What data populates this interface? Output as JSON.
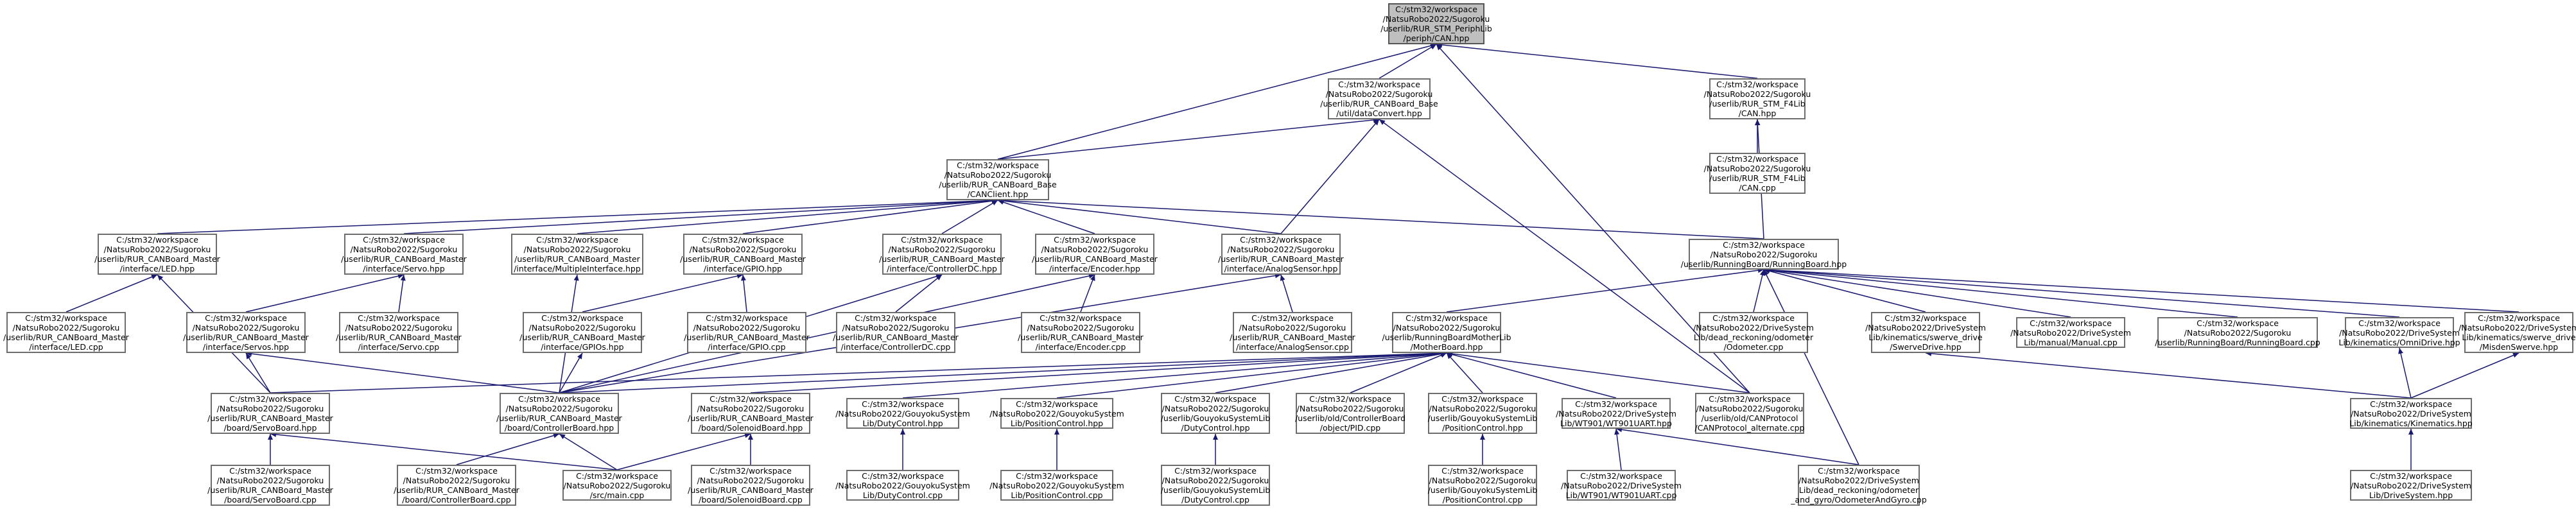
{
  "colors": {
    "edge": "#191970",
    "node_border": "#6d6d6d",
    "root_fill": "#bfbfbf"
  },
  "graph_title": "",
  "nodes": {
    "can_hpp": "C:/stm32/workspace\n/NatsuRobo2022/Sugoroku\n/userlib/RUR_STM_PeriphLib\n/periph/CAN.hpp",
    "dataconvert": "C:/stm32/workspace\n/NatsuRobo2022/Sugoroku\n/userlib/RUR_CANBoard_Base\n/util/dataConvert.hpp",
    "f4_can_hpp": "C:/stm32/workspace\n/NatsuRobo2022/Sugoroku\n/userlib/RUR_STM_F4Lib\n/CAN.hpp",
    "f4_can_cpp": "C:/stm32/workspace\n/NatsuRobo2022/Sugoroku\n/userlib/RUR_STM_F4Lib\n/CAN.cpp",
    "canclient": "C:/stm32/workspace\n/NatsuRobo2022/Sugoroku\n/userlib/RUR_CANBoard_Base\n/CANClient.hpp",
    "led_hpp": "C:/stm32/workspace\n/NatsuRobo2022/Sugoroku\n/userlib/RUR_CANBoard_Master\n/interface/LED.hpp",
    "servo_hpp": "C:/stm32/workspace\n/NatsuRobo2022/Sugoroku\n/userlib/RUR_CANBoard_Master\n/interface/Servo.hpp",
    "multiple_hpp": "C:/stm32/workspace\n/NatsuRobo2022/Sugoroku\n/userlib/RUR_CANBoard_Master\n/interface/MultipleInterface.hpp",
    "gpio_hpp": "C:/stm32/workspace\n/NatsuRobo2022/Sugoroku\n/userlib/RUR_CANBoard_Master\n/interface/GPIO.hpp",
    "ctrldc_hpp": "C:/stm32/workspace\n/NatsuRobo2022/Sugoroku\n/userlib/RUR_CANBoard_Master\n/interface/ControllerDC.hpp",
    "encoder_hpp": "C:/stm32/workspace\n/NatsuRobo2022/Sugoroku\n/userlib/RUR_CANBoard_Master\n/interface/Encoder.hpp",
    "analog_hpp": "C:/stm32/workspace\n/NatsuRobo2022/Sugoroku\n/userlib/RUR_CANBoard_Master\n/interface/AnalogSensor.hpp",
    "runningboard_hpp": "C:/stm32/workspace\n/NatsuRobo2022/Sugoroku\n/userlib/RunningBoard/RunningBoard.hpp",
    "led_cpp": "C:/stm32/workspace\n/NatsuRobo2022/Sugoroku\n/userlib/RUR_CANBoard_Master\n/interface/LED.cpp",
    "servos_hpp": "C:/stm32/workspace\n/NatsuRobo2022/Sugoroku\n/userlib/RUR_CANBoard_Master\n/interface/Servos.hpp",
    "servo_cpp": "C:/stm32/workspace\n/NatsuRobo2022/Sugoroku\n/userlib/RUR_CANBoard_Master\n/interface/Servo.cpp",
    "gpios_hpp": "C:/stm32/workspace\n/NatsuRobo2022/Sugoroku\n/userlib/RUR_CANBoard_Master\n/interface/GPIOs.hpp",
    "gpio_cpp": "C:/stm32/workspace\n/NatsuRobo2022/Sugoroku\n/userlib/RUR_CANBoard_Master\n/interface/GPIO.cpp",
    "ctrldc_cpp": "C:/stm32/workspace\n/NatsuRobo2022/Sugoroku\n/userlib/RUR_CANBoard_Master\n/interface/ControllerDC.cpp",
    "encoder_cpp": "C:/stm32/workspace\n/NatsuRobo2022/Sugoroku\n/userlib/RUR_CANBoard_Master\n/interface/Encoder.cpp",
    "analog_cpp": "C:/stm32/workspace\n/NatsuRobo2022/Sugoroku\n/userlib/RUR_CANBoard_Master\n/interface/AnalogSensor.cpp",
    "motherboard_hpp": "C:/stm32/workspace\n/NatsuRobo2022/Sugoroku\n/userlib/RunningBoardMotherLib\n/MotherBoard.hpp",
    "odometer_cpp": "C:/stm32/workspace\n/NatsuRobo2022/DriveSystem\nLib/dead_reckoning/odometer\n/Odometer.cpp",
    "swervedrive_hpp": "C:/stm32/workspace\n/NatsuRobo2022/DriveSystem\nLib/kinematics/swerve_drive\n/SwerveDrive.hpp",
    "manual_cpp": "C:/stm32/workspace\n/NatsuRobo2022/DriveSystem\nLib/manual/Manual.cpp",
    "runningboard_cpp": "C:/stm32/workspace\n/NatsuRobo2022/Sugoroku\n/userlib/RunningBoard/RunningBoard.cpp",
    "omnidrive_hpp": "C:/stm32/workspace\n/NatsuRobo2022/DriveSystem\nLib/kinematics/OmniDrive.hpp",
    "misdenswerve_hpp": "C:/stm32/workspace\n/NatsuRobo2022/DriveSystem\nLib/kinematics/swerve_drive\n/MisdenSwerve.hpp",
    "servoboard_hpp": "C:/stm32/workspace\n/NatsuRobo2022/Sugoroku\n/userlib/RUR_CANBoard_Master\n/board/ServoBoard.hpp",
    "controllerboard_hpp": "C:/stm32/workspace\n/NatsuRobo2022/Sugoroku\n/userlib/RUR_CANBoard_Master\n/board/ControllerBoard.hpp",
    "solenoidboard_hpp": "C:/stm32/workspace\n/NatsuRobo2022/Sugoroku\n/userlib/RUR_CANBoard_Master\n/board/SolenoidBoard.hpp",
    "dutycontrol_hpp": "C:/stm32/workspace\n/NatsuRobo2022/GouyokuSystem\nLib/DutyControl.hpp",
    "positioncontrol_hpp": "C:/stm32/workspace\n/NatsuRobo2022/GouyokuSystem\nLib/PositionControl.hpp",
    "gouyoku_dutycontrol_hpp": "C:/stm32/workspace\n/NatsuRobo2022/Sugoroku\n/userlib/GouyokuSystemLib\n/DutyControl.hpp",
    "pid_cpp": "C:/stm32/workspace\n/NatsuRobo2022/Sugoroku\n/userlib/old/ControllerBoard\n/object/PID.cpp",
    "gouyoku_positioncontrol_hpp": "C:/stm32/workspace\n/NatsuRobo2022/Sugoroku\n/userlib/GouyokuSystemLib\n/PositionControl.hpp",
    "wt901_hpp": "C:/stm32/workspace\n/NatsuRobo2022/DriveSystem\nLib/WT901/WT901UART.hpp",
    "canprotocol_cpp": "C:/stm32/workspace\n/NatsuRobo2022/Sugoroku\n/userlib/old/CANProtocol\n/CANProtocol_alternate.cpp",
    "kinematics_hpp": "C:/stm32/workspace\n/NatsuRobo2022/DriveSystem\nLib/kinematics/Kinematics.hpp",
    "servoboard_cpp": "C:/stm32/workspace\n/NatsuRobo2022/Sugoroku\n/userlib/RUR_CANBoard_Master\n/board/ServoBoard.cpp",
    "main_cpp": "C:/stm32/workspace\n/NatsuRobo2022/Sugoroku\n/src/main.cpp",
    "controllerboard_cpp": "C:/stm32/workspace\n/NatsuRobo2022/Sugoroku\n/userlib/RUR_CANBoard_Master\n/board/ControllerBoard.cpp",
    "solenoidboard_cpp": "C:/stm32/workspace\n/NatsuRobo2022/Sugoroku\n/userlib/RUR_CANBoard_Master\n/board/SolenoidBoard.cpp",
    "dutycontrol_cpp": "C:/stm32/workspace\n/NatsuRobo2022/GouyokuSystem\nLib/DutyControl.cpp",
    "positioncontrol_cpp": "C:/stm32/workspace\n/NatsuRobo2022/GouyokuSystem\nLib/PositionControl.cpp",
    "gouyoku_dutycontrol_cpp": "C:/stm32/workspace\n/NatsuRobo2022/Sugoroku\n/userlib/GouyokuSystemLib\n/DutyControl.cpp",
    "gouyoku_positioncontrol_cpp": "C:/stm32/workspace\n/NatsuRobo2022/Sugoroku\n/userlib/GouyokuSystemLib\n/PositionControl.cpp",
    "wt901_cpp": "C:/stm32/workspace\n/NatsuRobo2022/DriveSystem\nLib/WT901/WT901UART.cpp",
    "odometerandgyro_cpp": "C:/stm32/workspace\n/NatsuRobo2022/DriveSystem\nLib/dead_reckoning/odometer\n_and_gyro/OdometerAndGyro.cpp",
    "drivesystem_hpp": "C:/stm32/workspace\n/NatsuRobo2022/DriveSystem\nLib/DriveSystem.hpp"
  },
  "edges": [
    [
      "can_hpp",
      "dataconvert"
    ],
    [
      "can_hpp",
      "f4_can_hpp"
    ],
    [
      "can_hpp",
      "canclient"
    ],
    [
      "can_hpp",
      "canprotocol_cpp"
    ],
    [
      "dataconvert",
      "canclient"
    ],
    [
      "dataconvert",
      "analog_hpp"
    ],
    [
      "dataconvert",
      "canprotocol_cpp"
    ],
    [
      "f4_can_hpp",
      "f4_can_cpp"
    ],
    [
      "f4_can_hpp",
      "runningboard_hpp"
    ],
    [
      "canclient",
      "led_hpp"
    ],
    [
      "canclient",
      "servo_hpp"
    ],
    [
      "canclient",
      "multiple_hpp"
    ],
    [
      "canclient",
      "gpio_hpp"
    ],
    [
      "canclient",
      "ctrldc_hpp"
    ],
    [
      "canclient",
      "encoder_hpp"
    ],
    [
      "canclient",
      "analog_hpp"
    ],
    [
      "canclient",
      "runningboard_hpp"
    ],
    [
      "led_hpp",
      "led_cpp"
    ],
    [
      "led_hpp",
      "servoboard_hpp"
    ],
    [
      "servo_hpp",
      "servos_hpp"
    ],
    [
      "servo_hpp",
      "servo_cpp"
    ],
    [
      "multiple_hpp",
      "controllerboard_hpp"
    ],
    [
      "gpio_hpp",
      "gpios_hpp"
    ],
    [
      "gpio_hpp",
      "gpio_cpp"
    ],
    [
      "ctrldc_hpp",
      "ctrldc_cpp"
    ],
    [
      "ctrldc_hpp",
      "controllerboard_hpp"
    ],
    [
      "encoder_hpp",
      "encoder_cpp"
    ],
    [
      "encoder_hpp",
      "controllerboard_hpp"
    ],
    [
      "analog_hpp",
      "analog_cpp"
    ],
    [
      "analog_hpp",
      "controllerboard_hpp"
    ],
    [
      "runningboard_hpp",
      "motherboard_hpp"
    ],
    [
      "runningboard_hpp",
      "odometer_cpp"
    ],
    [
      "runningboard_hpp",
      "swervedrive_hpp"
    ],
    [
      "runningboard_hpp",
      "manual_cpp"
    ],
    [
      "runningboard_hpp",
      "runningboard_cpp"
    ],
    [
      "runningboard_hpp",
      "omnidrive_hpp"
    ],
    [
      "runningboard_hpp",
      "misdenswerve_hpp"
    ],
    [
      "runningboard_hpp",
      "odometerandgyro_cpp"
    ],
    [
      "servos_hpp",
      "servoboard_hpp"
    ],
    [
      "servos_hpp",
      "controllerboard_hpp"
    ],
    [
      "gpios_hpp",
      "controllerboard_hpp"
    ],
    [
      "motherboard_hpp",
      "servoboard_hpp"
    ],
    [
      "motherboard_hpp",
      "controllerboard_hpp"
    ],
    [
      "motherboard_hpp",
      "solenoidboard_hpp"
    ],
    [
      "motherboard_hpp",
      "dutycontrol_hpp"
    ],
    [
      "motherboard_hpp",
      "positioncontrol_hpp"
    ],
    [
      "motherboard_hpp",
      "gouyoku_dutycontrol_hpp"
    ],
    [
      "motherboard_hpp",
      "pid_cpp"
    ],
    [
      "motherboard_hpp",
      "gouyoku_positioncontrol_hpp"
    ],
    [
      "motherboard_hpp",
      "wt901_hpp"
    ],
    [
      "motherboard_hpp",
      "canprotocol_cpp"
    ],
    [
      "swervedrive_hpp",
      "kinematics_hpp"
    ],
    [
      "omnidrive_hpp",
      "kinematics_hpp"
    ],
    [
      "misdenswerve_hpp",
      "kinematics_hpp"
    ],
    [
      "servoboard_hpp",
      "servoboard_cpp"
    ],
    [
      "servoboard_hpp",
      "main_cpp"
    ],
    [
      "controllerboard_hpp",
      "main_cpp"
    ],
    [
      "controllerboard_hpp",
      "controllerboard_cpp"
    ],
    [
      "solenoidboard_hpp",
      "main_cpp"
    ],
    [
      "solenoidboard_hpp",
      "solenoidboard_cpp"
    ],
    [
      "dutycontrol_hpp",
      "dutycontrol_cpp"
    ],
    [
      "positioncontrol_hpp",
      "positioncontrol_cpp"
    ],
    [
      "gouyoku_dutycontrol_hpp",
      "gouyoku_dutycontrol_cpp"
    ],
    [
      "gouyoku_positioncontrol_hpp",
      "gouyoku_positioncontrol_cpp"
    ],
    [
      "wt901_hpp",
      "wt901_cpp"
    ],
    [
      "wt901_hpp",
      "odometerandgyro_cpp"
    ],
    [
      "kinematics_hpp",
      "drivesystem_hpp"
    ]
  ]
}
